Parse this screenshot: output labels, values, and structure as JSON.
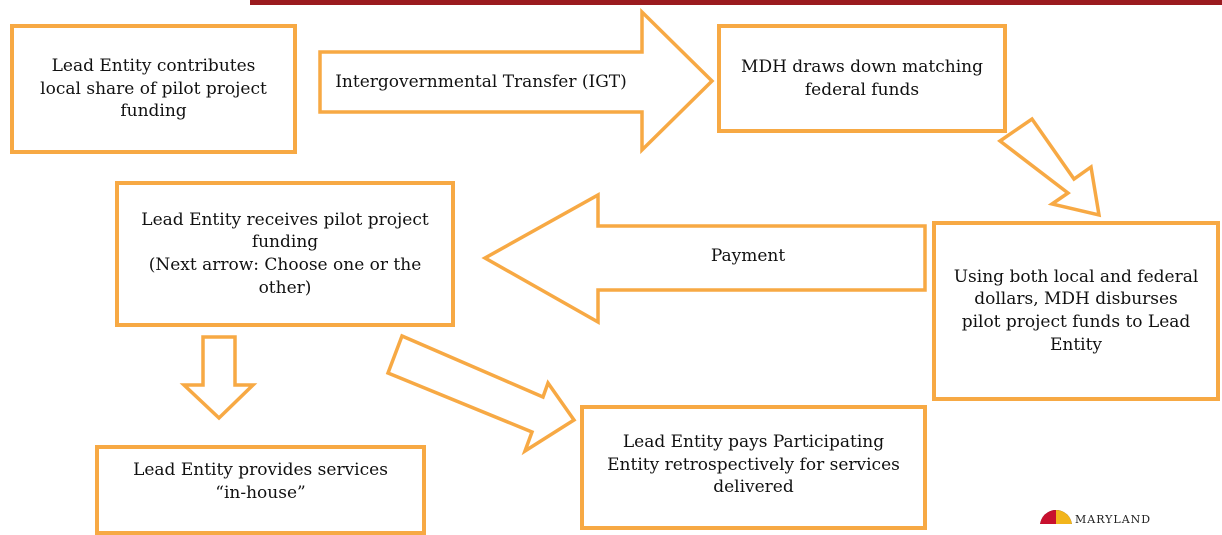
{
  "nodes": {
    "lead_contributes": "Lead Entity contributes\nlocal share of pilot project\nfunding",
    "mdh_draws": "MDH draws down matching\nfederal funds",
    "mdh_disburses": "Using both local and federal\ndollars, MDH disburses\npilot project funds to Lead\nEntity",
    "lead_receives": "Lead Entity receives pilot project\nfunding\n(Next arrow:  Choose one or the\nother)",
    "lead_provides": "Lead Entity provides services\n“in-house”",
    "lead_pays": "Lead Entity pays Participating\nEntity retrospectively for services\ndelivered"
  },
  "arrows": {
    "igt_label": "Intergovernmental Transfer (IGT)",
    "payment_label": "Payment"
  },
  "logo": {
    "text": "MARYLAND"
  },
  "colors": {
    "border": "#f7a944",
    "top_bar": "#9b1b1f"
  }
}
